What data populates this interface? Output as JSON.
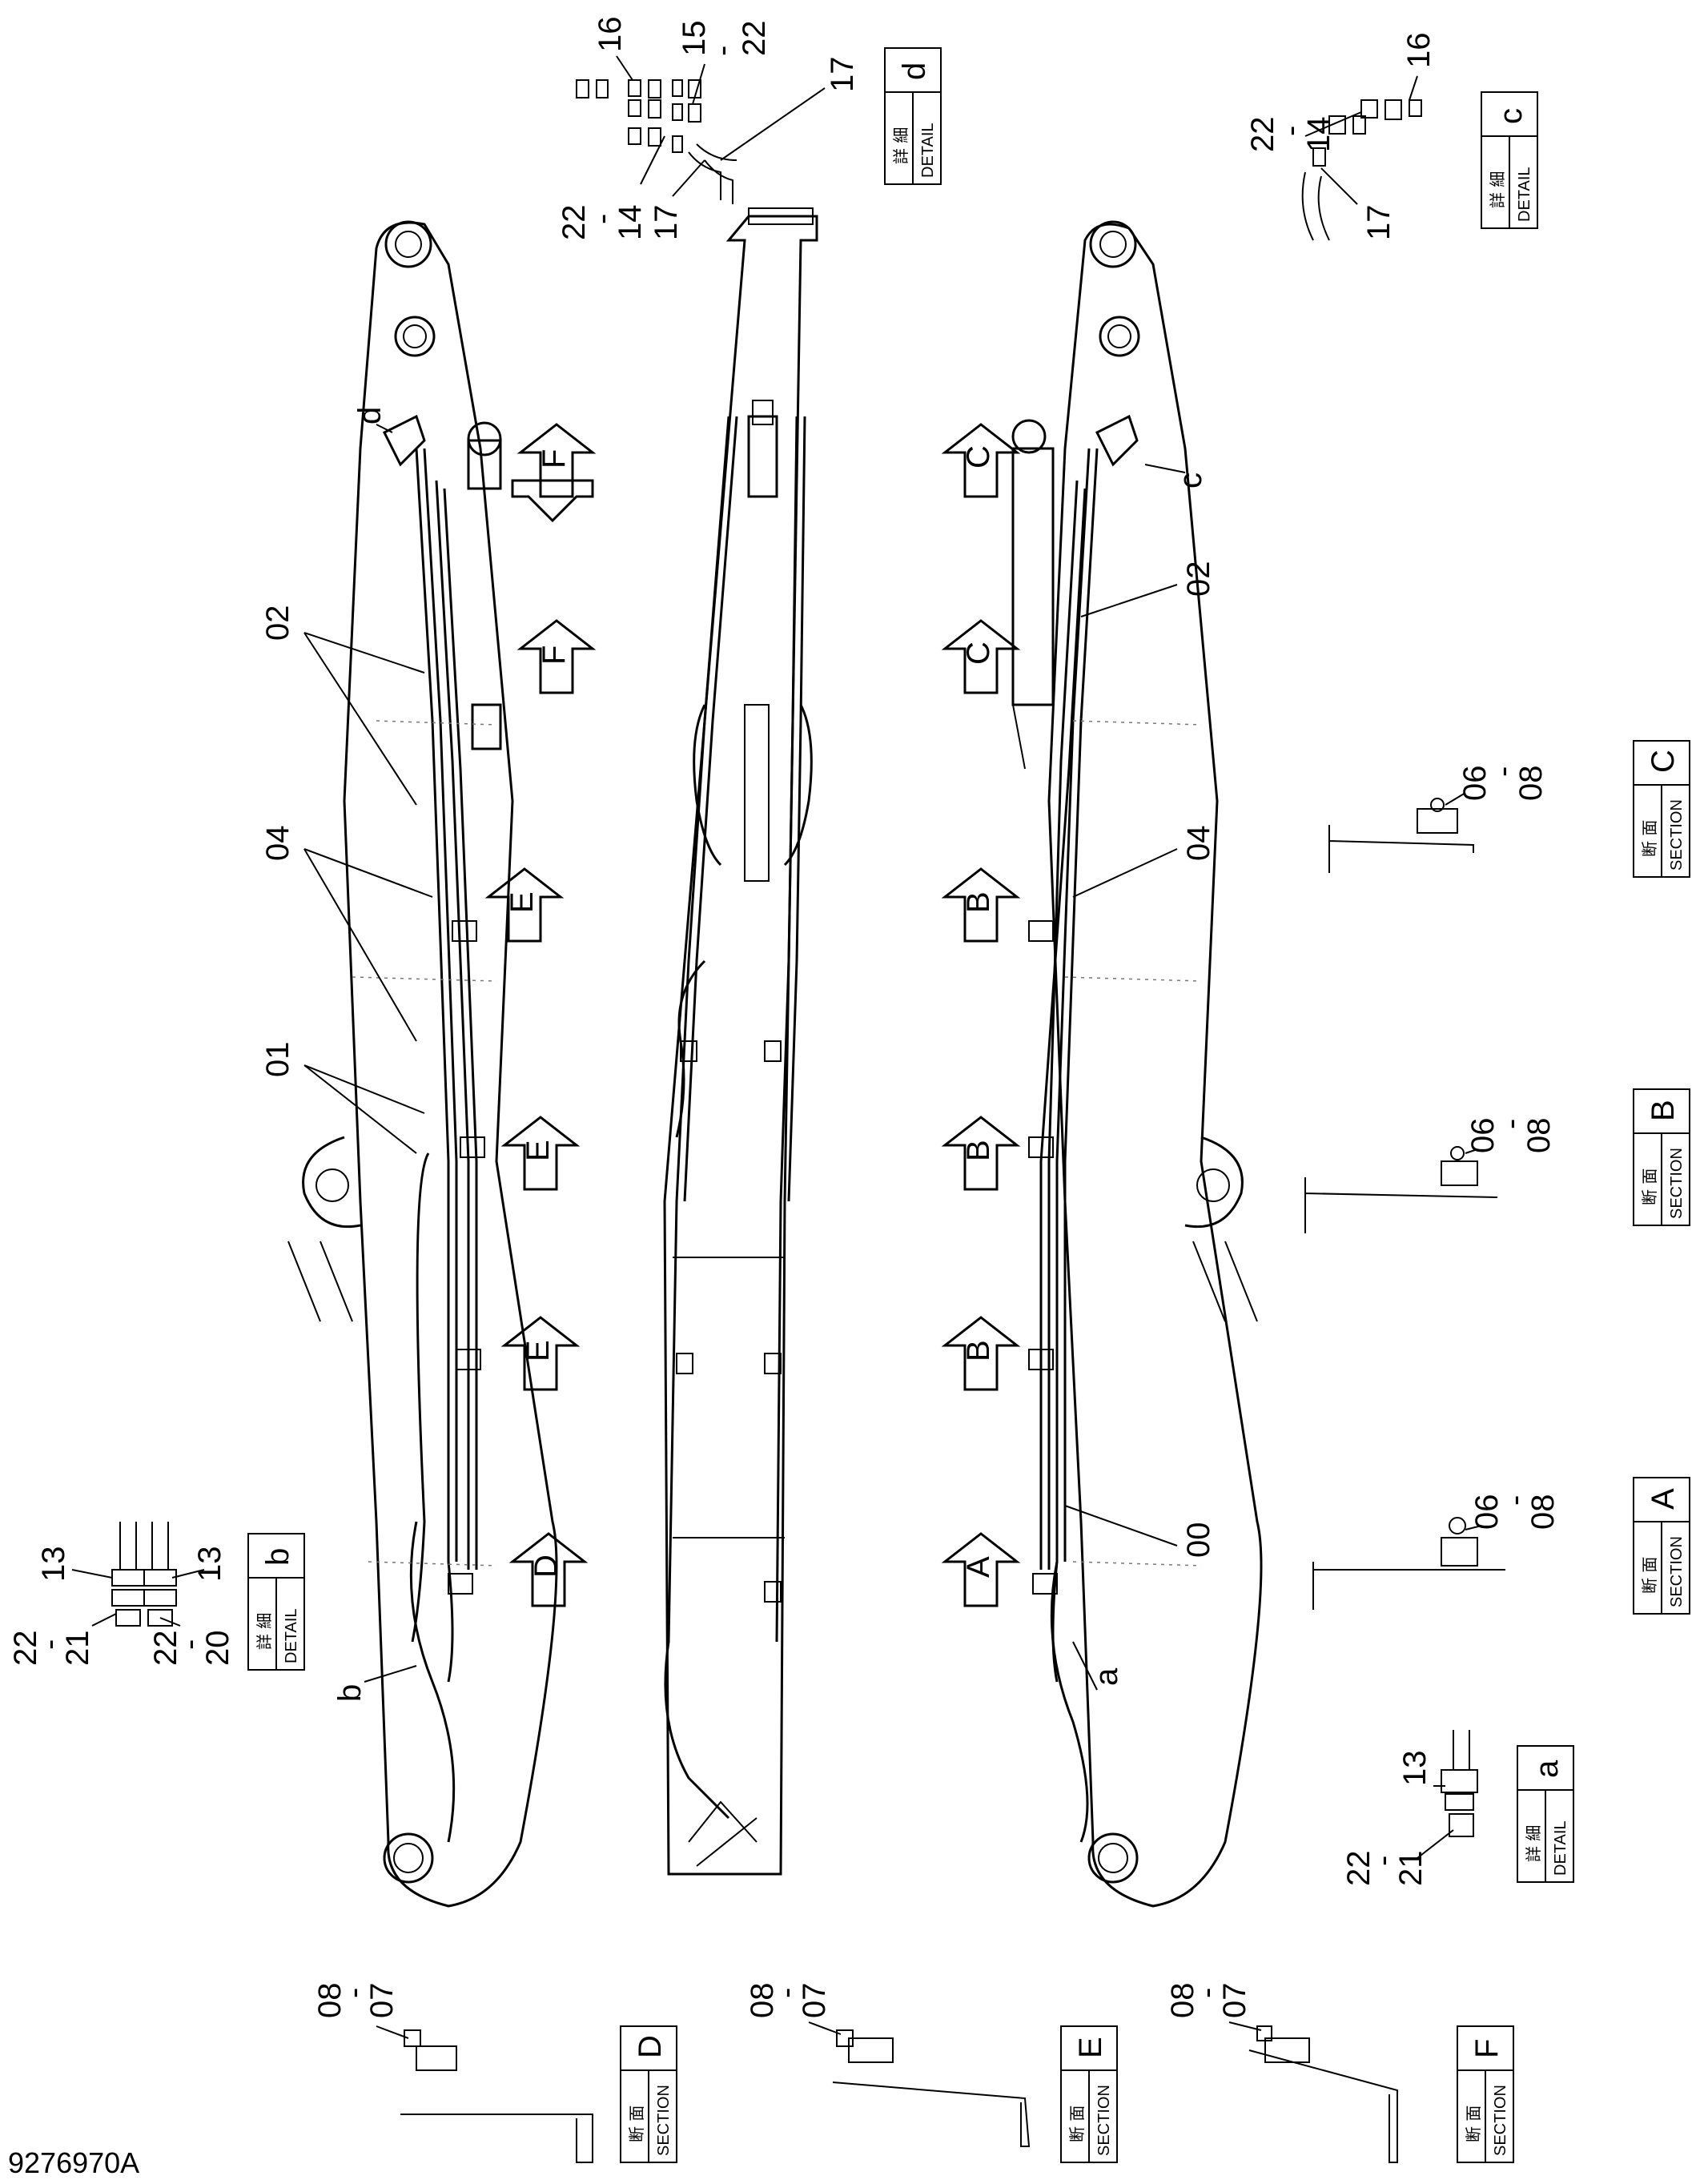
{
  "drawing_number": "9276970A",
  "detail_boxes": [
    {
      "id": "detail-d",
      "cjk": "詳 細",
      "word": "DETAIL",
      "letter": "d"
    },
    {
      "id": "detail-c",
      "cjk": "詳 細",
      "word": "DETAIL",
      "letter": "c"
    },
    {
      "id": "detail-b",
      "cjk": "詳 細",
      "word": "DETAIL",
      "letter": "b"
    },
    {
      "id": "detail-a",
      "cjk": "詳 細",
      "word": "DETAIL",
      "letter": "a"
    }
  ],
  "section_boxes": [
    {
      "id": "section-C",
      "cjk": "断 面",
      "word": "SECTION",
      "letter": "C"
    },
    {
      "id": "section-B",
      "cjk": "断 面",
      "word": "SECTION",
      "letter": "B"
    },
    {
      "id": "section-A",
      "cjk": "断 面",
      "word": "SECTION",
      "letter": "A"
    },
    {
      "id": "section-D",
      "cjk": "断 面",
      "word": "SECTION",
      "letter": "D"
    },
    {
      "id": "section-E",
      "cjk": "断 面",
      "word": "SECTION",
      "letter": "E"
    },
    {
      "id": "section-F",
      "cjk": "断 面",
      "word": "SECTION",
      "letter": "F"
    }
  ],
  "part_labels": [
    {
      "id": "d-16",
      "text": "16"
    },
    {
      "id": "d-15-22",
      "text": "15\n-\n22"
    },
    {
      "id": "d-17a",
      "text": "17"
    },
    {
      "id": "d-22-14",
      "text": "22\n-\n14"
    },
    {
      "id": "d-17b",
      "text": "17"
    },
    {
      "id": "c-16",
      "text": "16"
    },
    {
      "id": "c-22-14",
      "text": "22\n-\n14"
    },
    {
      "id": "c-17",
      "text": "17"
    },
    {
      "id": "b-13a",
      "text": "13"
    },
    {
      "id": "b-13b",
      "text": "13"
    },
    {
      "id": "b-22-21",
      "text": "22\n-\n21"
    },
    {
      "id": "b-22-20",
      "text": "22\n-\n20"
    },
    {
      "id": "a-13",
      "text": "13"
    },
    {
      "id": "a-22-21",
      "text": "22\n-\n21"
    },
    {
      "id": "m-02a",
      "text": "02"
    },
    {
      "id": "m-04a",
      "text": "04"
    },
    {
      "id": "m-01",
      "text": "01"
    },
    {
      "id": "m-02b",
      "text": "02"
    },
    {
      "id": "m-04b",
      "text": "04"
    },
    {
      "id": "m-00",
      "text": "00"
    },
    {
      "id": "s-C-06-08",
      "text": "06\n-\n08"
    },
    {
      "id": "s-B-06-08",
      "text": "06\n-\n08"
    },
    {
      "id": "s-A-06-08",
      "text": "06\n-\n08"
    },
    {
      "id": "s-D-08-07",
      "text": "08\n-\n07"
    },
    {
      "id": "s-E-08-07",
      "text": "08\n-\n07"
    },
    {
      "id": "s-F-08-07",
      "text": "08\n-\n07"
    },
    {
      "id": "letter-d",
      "text": "d"
    },
    {
      "id": "letter-c",
      "text": "c"
    },
    {
      "id": "letter-b",
      "text": "b"
    },
    {
      "id": "letter-a",
      "text": "a"
    }
  ],
  "section_arrows": [
    {
      "id": "arrow-F1",
      "letter": "F"
    },
    {
      "id": "arrow-F2",
      "letter": "F"
    },
    {
      "id": "arrow-E1",
      "letter": "E"
    },
    {
      "id": "arrow-E2",
      "letter": "E"
    },
    {
      "id": "arrow-E3",
      "letter": "E"
    },
    {
      "id": "arrow-D",
      "letter": "D"
    },
    {
      "id": "arrow-C1",
      "letter": "C"
    },
    {
      "id": "arrow-C2",
      "letter": "C"
    },
    {
      "id": "arrow-B1",
      "letter": "B"
    },
    {
      "id": "arrow-B2",
      "letter": "B"
    },
    {
      "id": "arrow-B3",
      "letter": "B"
    },
    {
      "id": "arrow-A",
      "letter": "A"
    }
  ]
}
